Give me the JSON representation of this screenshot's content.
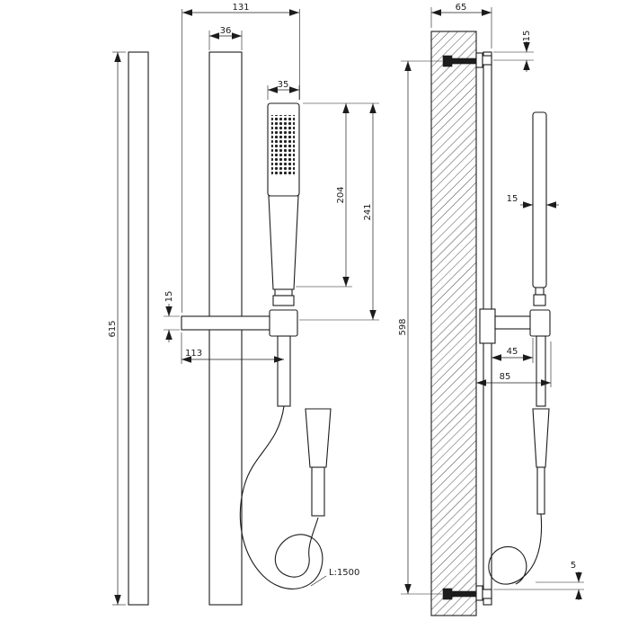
{
  "meta": {
    "background": "#ffffff",
    "line_color": "#1c1c1c",
    "hatch_color": "#4a4a4a"
  },
  "front": {
    "dim_131": "131",
    "dim_36": "36",
    "dim_35": "35",
    "dim_204": "204",
    "dim_241": "241",
    "dim_615": "615",
    "dim_15": "15",
    "dim_113": "113",
    "hose_label": "L:1500"
  },
  "side": {
    "dim_65": "65",
    "dim_15_top": "15",
    "dim_15_depth": "15",
    "dim_598": "598",
    "dim_45": "45",
    "dim_85": "85",
    "dim_5": "5"
  }
}
